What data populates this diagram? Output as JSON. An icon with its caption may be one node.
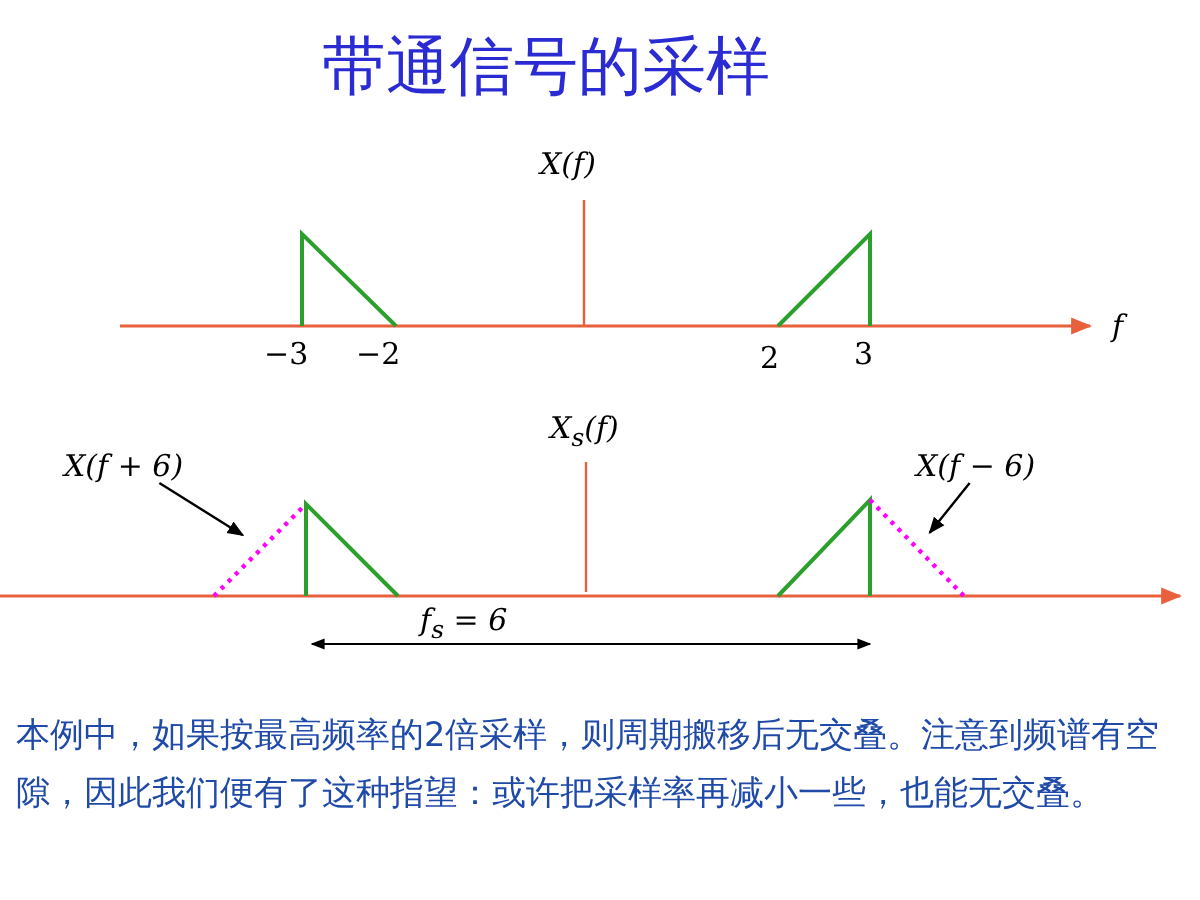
{
  "diagram": {
    "title": "带通信号的采样",
    "nodes": [
      {
        "text": [
          "X(f + 6)"
        ]
      },
      {
        "text": [],
        "shape": "line"
      },
      {
        "text": [
          "X(f − 6)"
        ]
      },
      {
        "text": [],
        "shape": "line"
      }
    ],
    "edges": [
      {
        "from": 0,
        "to": 1,
        "arrow": "to"
      },
      {
        "from": 2,
        "to": 3,
        "arrow": "to"
      }
    ],
    "labels": [
      "X(f)",
      "−3",
      "−2",
      "2",
      "3",
      "f",
      "X$_{s}$(f)",
      "f$_{s}$ = 6",
      "本例中，如果按最高频率的2倍采样，则周期搬移后无交叠。注意到频谱有空隙，因此我们便有了这种指望：或许把采样率再减小一些，也能无交叠。"
    ]
  }
}
